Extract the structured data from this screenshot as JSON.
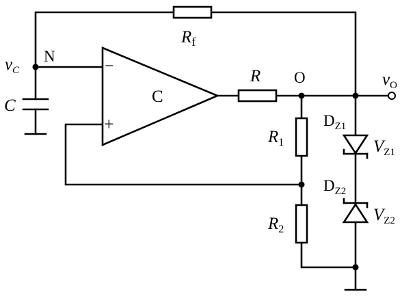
{
  "diagram": {
    "components": {
      "feedback_resistor": {
        "symbol": "R",
        "subscript": "f"
      },
      "output_resistor": {
        "symbol": "R"
      },
      "divider_top": {
        "symbol": "R",
        "subscript": "1"
      },
      "divider_bottom": {
        "symbol": "R",
        "subscript": "2"
      },
      "capacitor": {
        "symbol": "C"
      },
      "comparator": {
        "symbol": "C"
      },
      "zener_top": {
        "symbol": "D",
        "subscript": "Z1",
        "voltage_symbol": "V",
        "voltage_subscript": "Z1"
      },
      "zener_bottom": {
        "symbol": "D",
        "subscript": "Z2",
        "voltage_symbol": "V",
        "voltage_subscript": "Z2"
      }
    },
    "pins": {
      "inverting": "−",
      "non_inverting": "+"
    },
    "nodes": {
      "n": {
        "label": "N"
      },
      "o": {
        "label": "O"
      },
      "vc": {
        "symbol": "v",
        "subscript": "C"
      },
      "vo": {
        "symbol": "v",
        "subscript": "O"
      }
    }
  }
}
